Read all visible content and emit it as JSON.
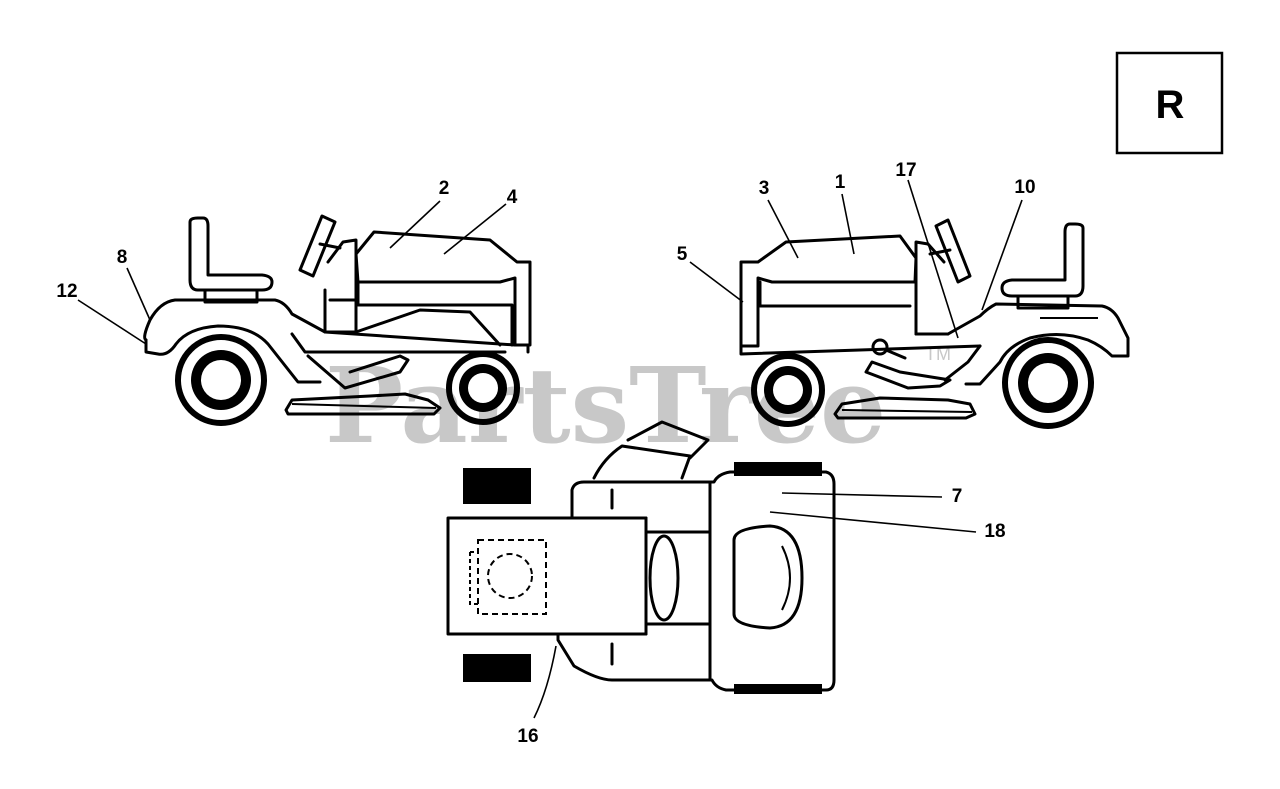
{
  "sheet": {
    "letter": "R"
  },
  "watermark": {
    "text": "PartsTree",
    "mark": "TM"
  },
  "callouts": {
    "c1": "1",
    "c2": "2",
    "c3": "3",
    "c4": "4",
    "c5": "5",
    "c7": "7",
    "c8": "8",
    "c10": "10",
    "c12": "12",
    "c16": "16",
    "c17": "17",
    "c18": "18"
  }
}
